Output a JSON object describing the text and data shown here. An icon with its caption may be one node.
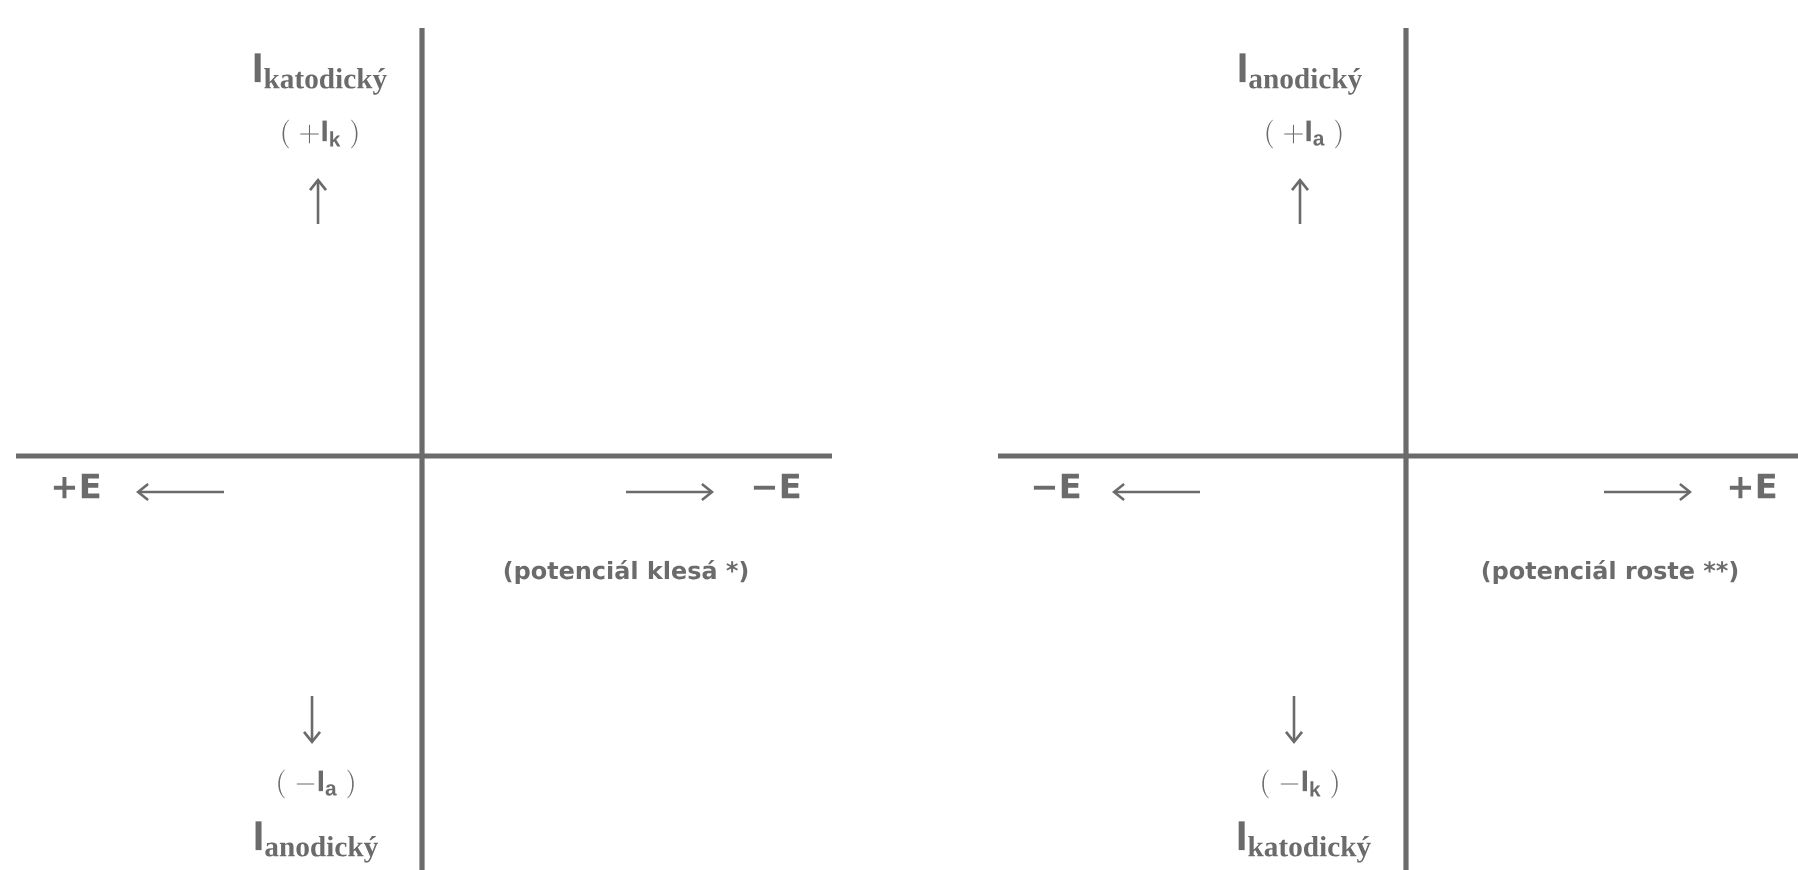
{
  "diagram": {
    "labels": [
      "\\mathbf{I}_{\\textbf{katodický}}",
      "(\\;+\\mathbf{I}_{\\mathbf{k}}\\;)",
      "+E",
      "−E",
      "(potenciál klesá *)",
      "(\\;-\\mathbf{I}_{\\mathbf{a}}\\;)",
      "\\mathbf{I}_{\\textbf{anodický}}",
      "\\mathbf{I}_{\\textbf{anodický}}",
      "(\\;+\\mathbf{I}_{\\mathbf{a}}\\;)",
      "−E",
      "+E",
      "(potenciál roste **)",
      "(\\;-\\mathbf{I}_{\\mathbf{k}}\\;)",
      "\\mathbf{I}_{\\textbf{katodický}}"
    ]
  }
}
